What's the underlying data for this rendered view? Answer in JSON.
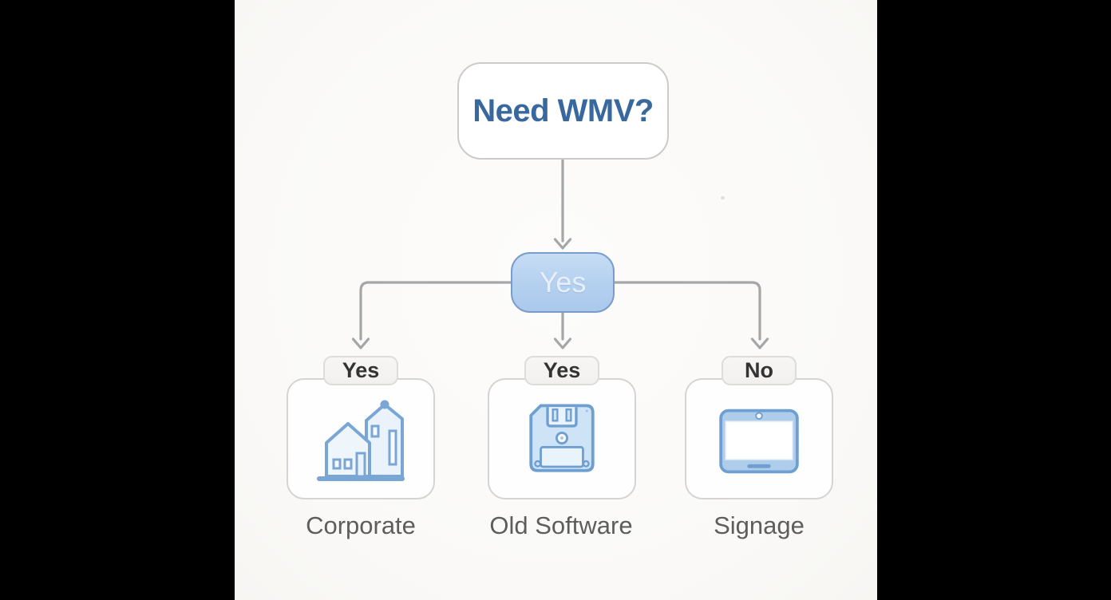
{
  "canvas": {
    "letterbox_color": "#000000",
    "background": "#faf9f7"
  },
  "flowchart": {
    "root": {
      "label": "Need WMV?",
      "text_color": "#38689e",
      "fill": "#ffffff",
      "border": "#cbcbc9"
    },
    "decision": {
      "label": "Yes",
      "fill": "#b4d0ef",
      "border": "#7a9ccb",
      "text_color": "#e7effa"
    },
    "branches": [
      {
        "answer": "Yes",
        "icon": "building-icon",
        "caption": "Corporate"
      },
      {
        "answer": "Yes",
        "icon": "floppy-disk-icon",
        "caption": "Old Software"
      },
      {
        "answer": "No",
        "icon": "tablet-icon",
        "caption": "Signage"
      }
    ],
    "connector_color": "#a4a6a8",
    "tab_fill": "#f3f2f0",
    "tab_text_color": "#333333",
    "caption_color": "#5d5d5d",
    "icon_stroke": "#7aa6d5",
    "icon_fill_light": "#eaf3fb",
    "icon_fill_medium": "#cfe3f6"
  }
}
